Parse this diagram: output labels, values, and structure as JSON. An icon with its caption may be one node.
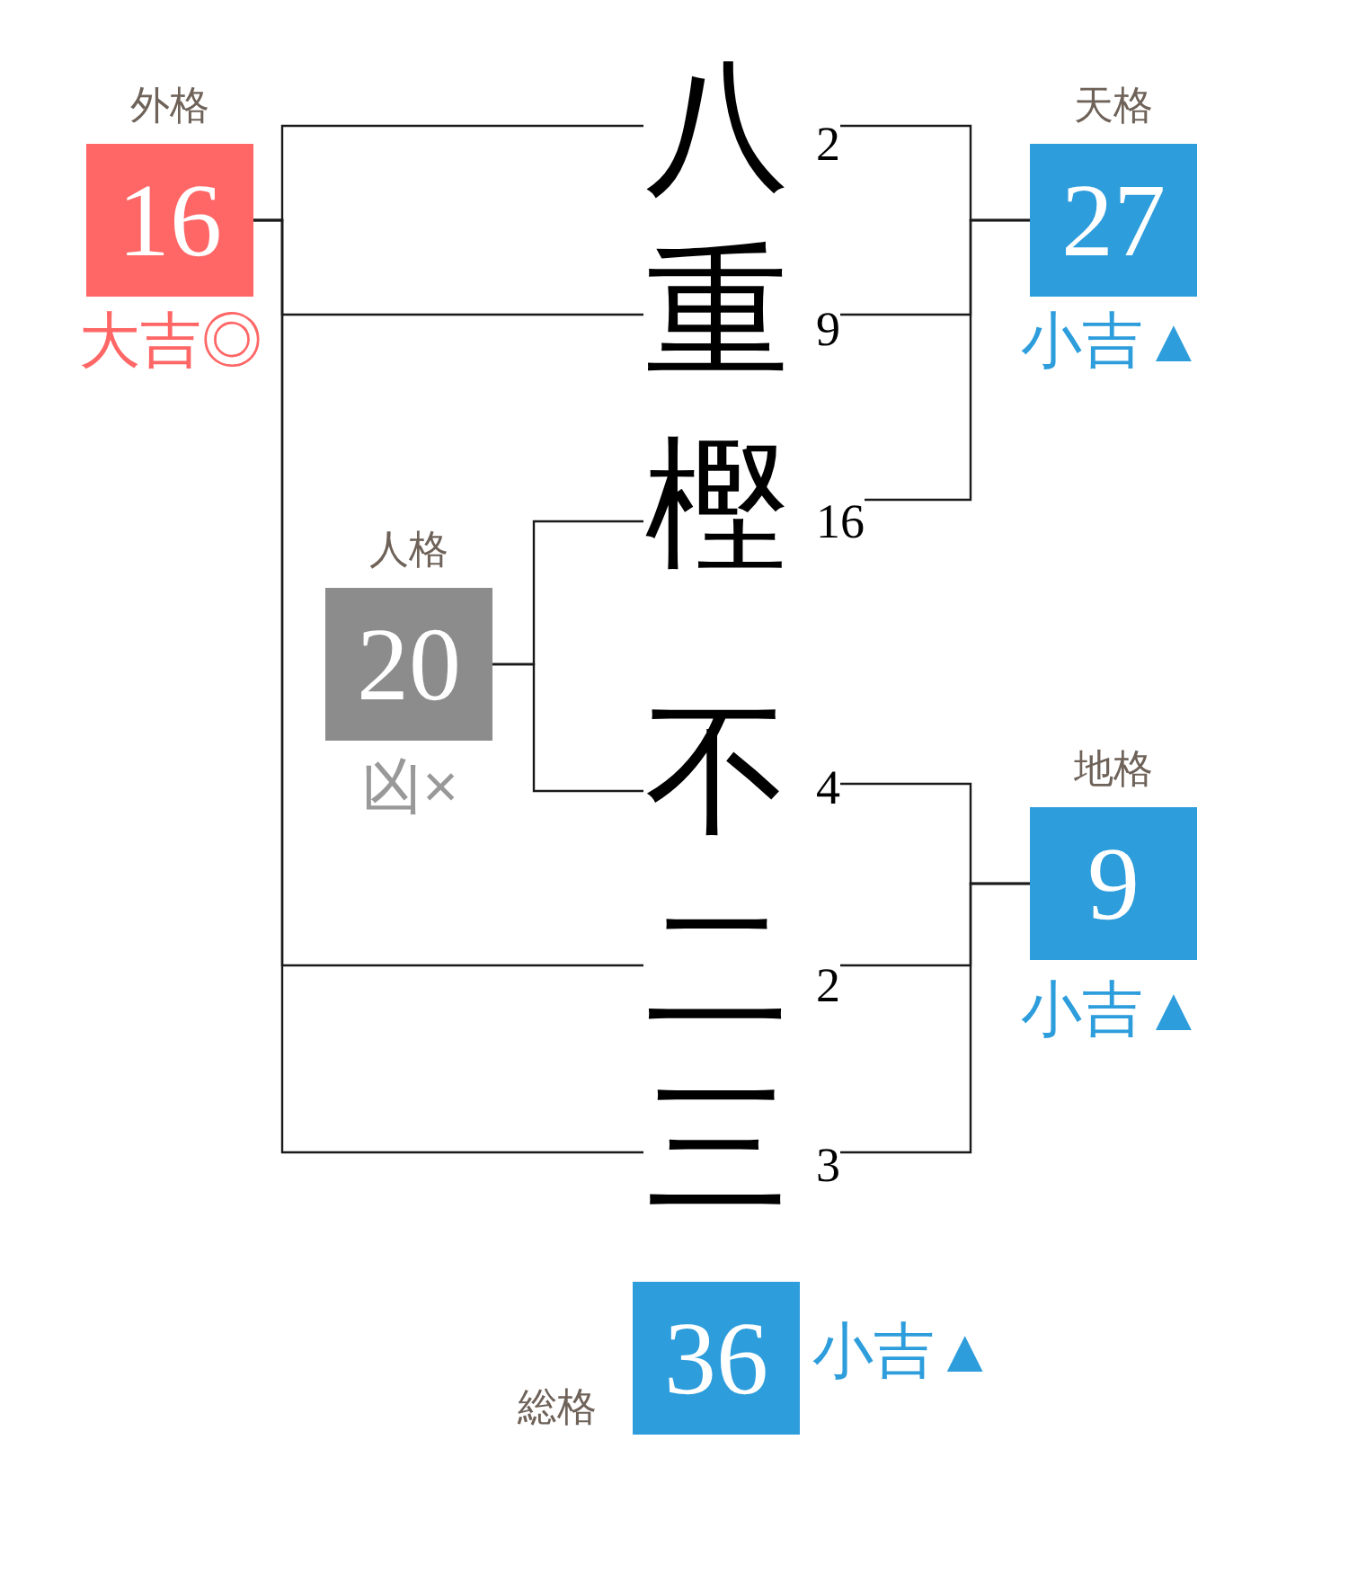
{
  "diagram": {
    "nodes": [
      {
        "text": [
          "外格",
          "16"
        ],
        "beside": [
          "大吉◎"
        ]
      },
      {
        "text": [
          "八"
        ],
        "beside": [
          "2"
        ]
      },
      {
        "text": [
          "天格",
          "27"
        ],
        "beside": [
          "小吉▲"
        ]
      },
      {
        "text": [
          "重"
        ],
        "beside": [
          "9"
        ]
      },
      {
        "text": [
          "樫"
        ],
        "beside": [
          "16"
        ]
      },
      {
        "text": [
          "人格",
          "20"
        ],
        "beside": [
          "凶×"
        ]
      },
      {
        "text": [
          "不"
        ],
        "beside": [
          "4"
        ]
      },
      {
        "text": [
          "地格",
          "9"
        ],
        "beside": [
          "小吉▲"
        ]
      },
      {
        "text": [
          "二"
        ],
        "beside": [
          "2"
        ]
      },
      {
        "text": [
          "三"
        ],
        "beside": [
          "3"
        ]
      },
      {
        "text": [
          "総格",
          "36"
        ],
        "beside": [
          "小吉▲"
        ]
      }
    ],
    "edges": [
      {
        "from": 0,
        "to": 1,
        "arrow": "none"
      },
      {
        "from": 0,
        "to": 3,
        "arrow": "none"
      },
      {
        "from": 0,
        "to": 8,
        "arrow": "none"
      },
      {
        "from": 0,
        "to": 9,
        "arrow": "none"
      },
      {
        "from": 2,
        "to": 1,
        "arrow": "none"
      },
      {
        "from": 2,
        "to": 3,
        "arrow": "none"
      },
      {
        "from": 2,
        "to": 4,
        "arrow": "none"
      },
      {
        "from": 5,
        "to": 4,
        "arrow": "none"
      },
      {
        "from": 5,
        "to": 6,
        "arrow": "none"
      },
      {
        "from": 7,
        "to": 6,
        "arrow": "none"
      },
      {
        "from": 7,
        "to": 8,
        "arrow": "none"
      },
      {
        "from": 7,
        "to": 9,
        "arrow": "none"
      }
    ]
  }
}
